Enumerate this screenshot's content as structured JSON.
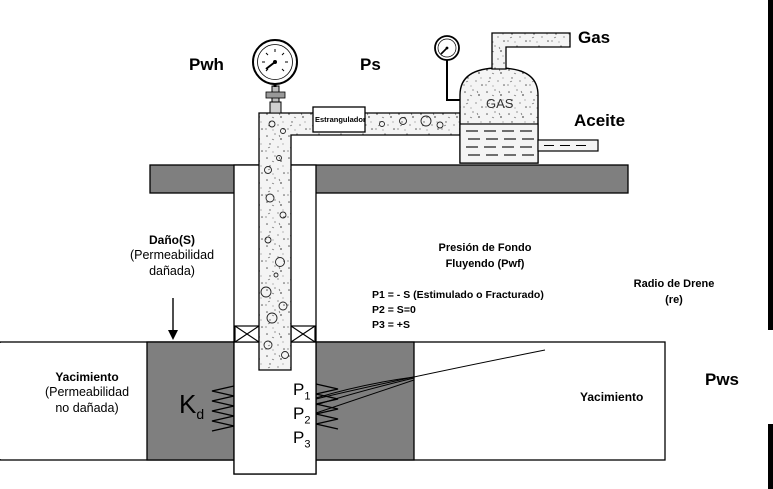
{
  "labels": {
    "pwh": "Pwh",
    "ps": "Ps",
    "gas": "Gas",
    "aceite": "Aceite",
    "gas_tank": "GAS",
    "estrangulador": "Estrangulador",
    "dano_title": "Daño(S)",
    "dano_sub1": "(Permeabilidad",
    "dano_sub2": "dañada)",
    "pwf_line1": "Presión de Fondo",
    "pwf_line2": "Fluyendo (Pwf)",
    "radio_line1": "Radio de Drene",
    "radio_line2": "(re)",
    "p1_eq": "P1 = - S (Estimulado o Fracturado)",
    "p2_eq": "P2 = S=0",
    "p3_eq": "P3 = +S",
    "yac_left_title": "Yacimiento",
    "yac_left_sub1": "(Permeabilidad",
    "yac_left_sub2": "no dañada)",
    "yac_right": "Yacimiento",
    "pws": "Pws",
    "kd_main": "K",
    "kd_sub": "d",
    "p1_main": "P",
    "p1_sub": "1",
    "p2_main": "P",
    "p2_sub": "2",
    "p3_main": "P",
    "p3_sub": "3"
  },
  "colors": {
    "damaged_zone": "#7f7f7f",
    "surface_slab": "#7f7f7f",
    "pipe_fill": "#f2f2f2",
    "line": "#000000"
  },
  "icons": [
    "pressure-gauge-icon",
    "pressure-gauge-icon"
  ]
}
